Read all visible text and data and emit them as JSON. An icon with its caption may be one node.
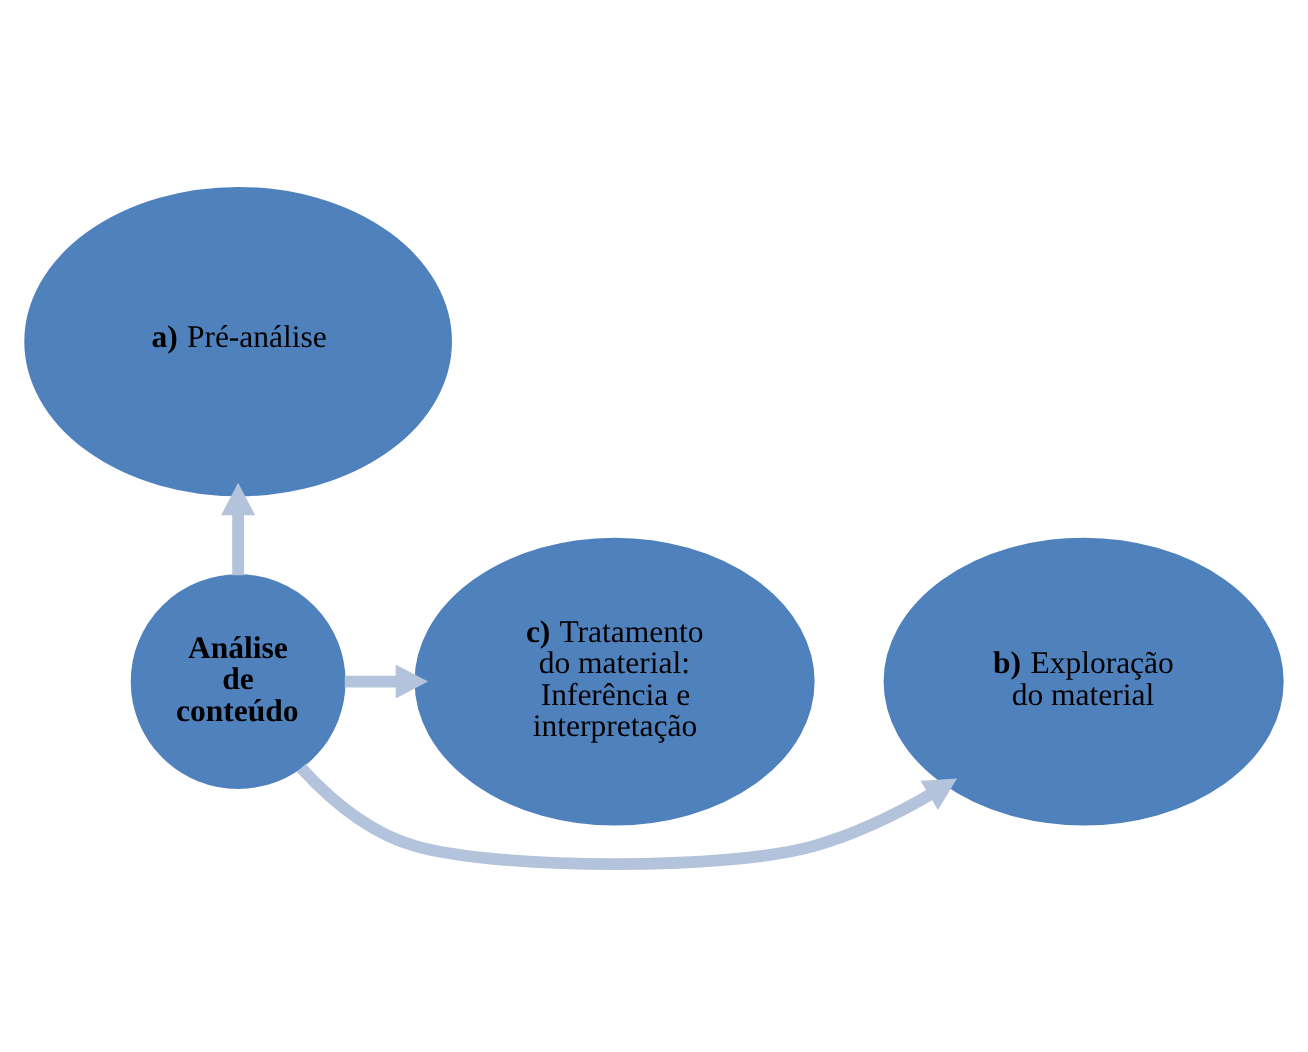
{
  "diagram": {
    "nodes": [
      {
        "text": [
          "Análise de conteúdo"
        ]
      },
      {
        "text": [
          "**a)** Pré-análise"
        ]
      },
      {
        "text": [
          "**b)** Exploração do material"
        ]
      },
      {
        "text": [
          "**c)** Tratamento do material: Inferência e interpretação"
        ]
      }
    ],
    "edges": [
      {
        "from": 0,
        "to": 1,
        "arrow": "to"
      },
      {
        "from": 0,
        "to": 2,
        "arrow": "to"
      },
      {
        "from": 0,
        "to": 3,
        "arrow": "to"
      }
    ]
  }
}
